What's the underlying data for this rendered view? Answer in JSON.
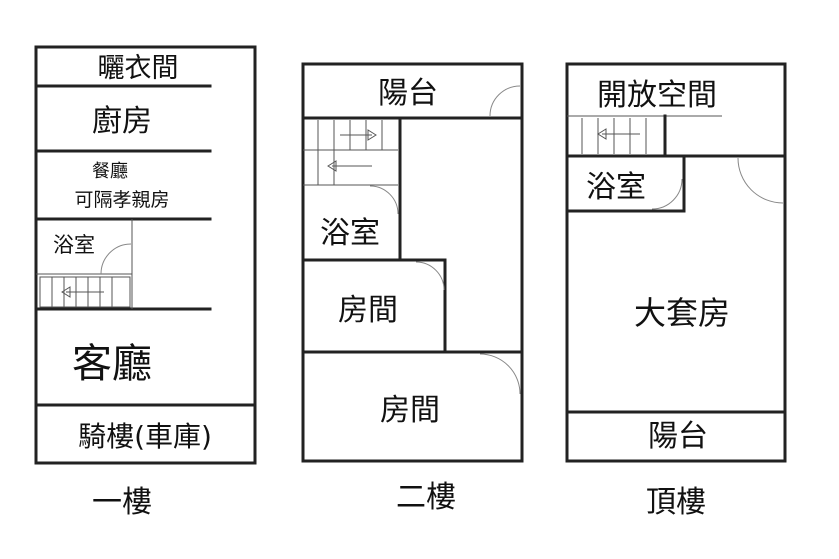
{
  "floors": [
    {
      "title": "一樓",
      "rooms": {
        "laundry": "曬衣間",
        "kitchen": "廚房",
        "dining": "餐廳",
        "dining_note": "可隔孝親房",
        "bathroom": "浴室",
        "living": "客廳",
        "garage": "騎樓(車庫)"
      }
    },
    {
      "title": "二樓",
      "rooms": {
        "balcony": "陽台",
        "bathroom": "浴室",
        "room_a": "房間",
        "room_b": "房間"
      }
    },
    {
      "title": "頂樓",
      "rooms": {
        "open_space": "開放空間",
        "bathroom": "浴室",
        "master_suite": "大套房",
        "balcony": "陽台"
      }
    }
  ]
}
